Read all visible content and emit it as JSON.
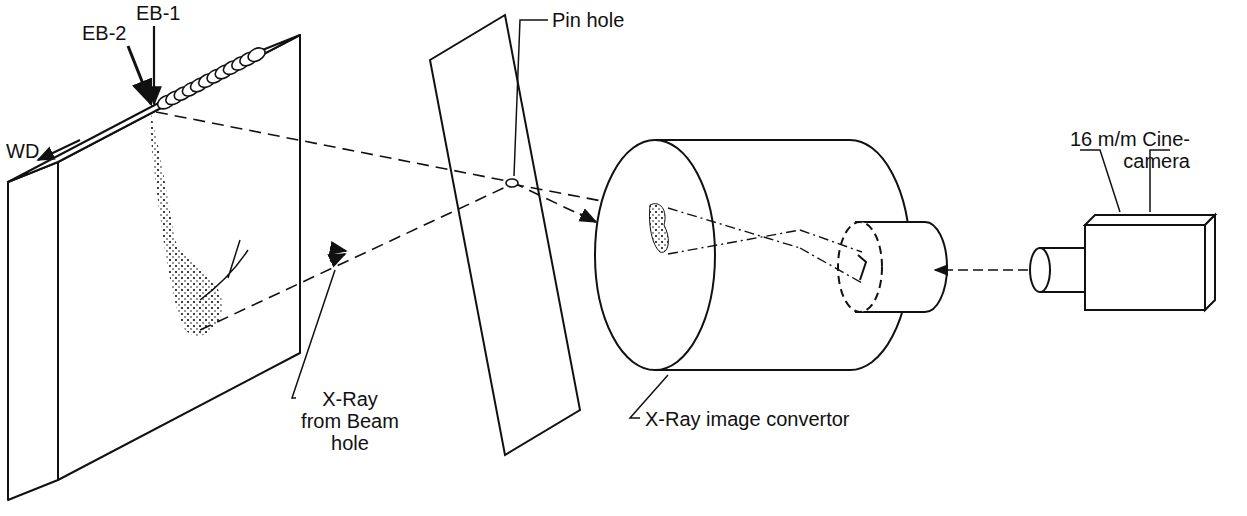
{
  "diagram": {
    "labels": [
      "EB-1",
      "EB-2",
      "WD",
      "Pin hole",
      "16 m/m Cine-camera",
      "X-Ray from Beam hole",
      "X-Ray image convertor"
    ]
  }
}
